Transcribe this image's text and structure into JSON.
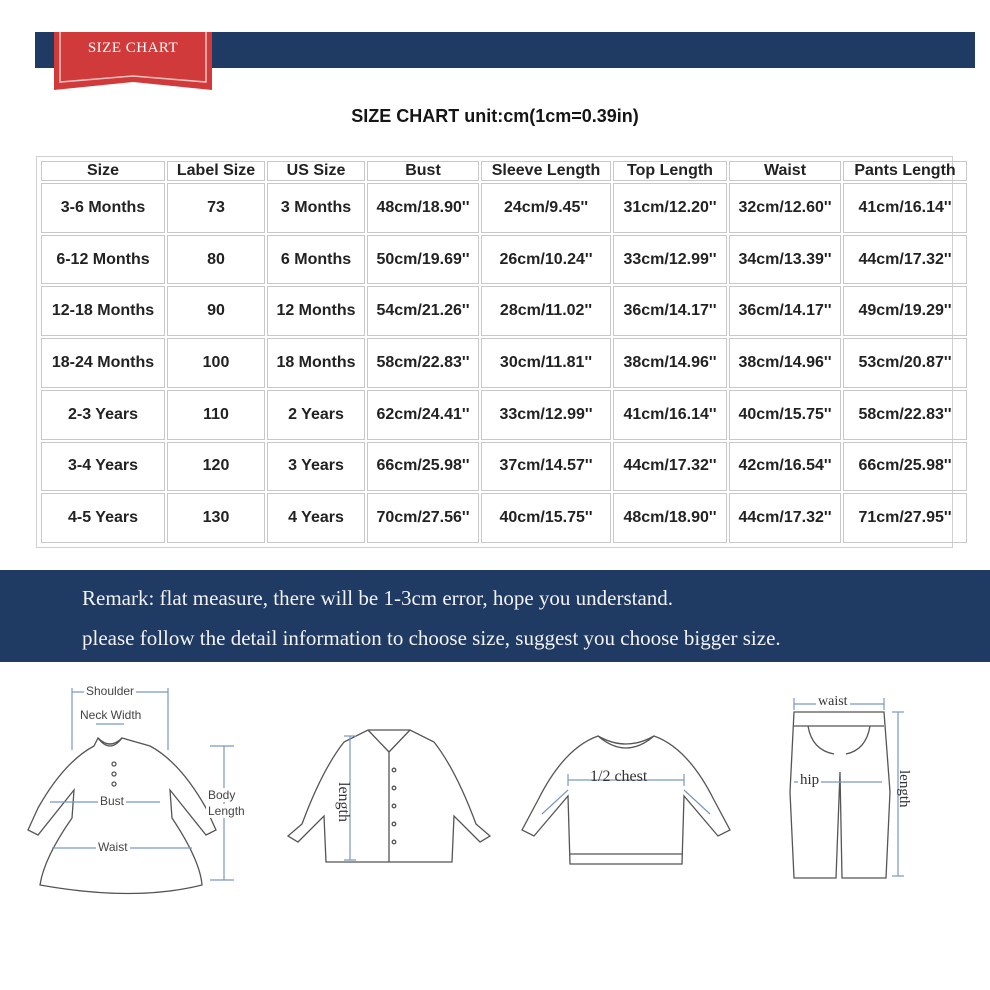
{
  "header": {
    "ribbon_label": "SIZE CHART"
  },
  "title": "SIZE CHART unit:cm(1cm=0.39in)",
  "table": {
    "columns": [
      "Size",
      "Label Size",
      "US Size",
      "Bust",
      "Sleeve Length",
      "Top Length",
      "Waist",
      "Pants Length"
    ],
    "rows": [
      [
        "3-6 Months",
        "73",
        "3 Months",
        "48cm/18.90''",
        "24cm/9.45''",
        "31cm/12.20''",
        "32cm/12.60''",
        "41cm/16.14''"
      ],
      [
        "6-12 Months",
        "80",
        "6 Months",
        "50cm/19.69''",
        "26cm/10.24''",
        "33cm/12.99''",
        "34cm/13.39''",
        "44cm/17.32''"
      ],
      [
        "12-18 Months",
        "90",
        "12 Months",
        "54cm/21.26''",
        "28cm/11.02''",
        "36cm/14.17''",
        "36cm/14.17''",
        "49cm/19.29''"
      ],
      [
        "18-24 Months",
        "100",
        "18 Months",
        "58cm/22.83''",
        "30cm/11.81''",
        "38cm/14.96''",
        "38cm/14.96''",
        "53cm/20.87''"
      ],
      [
        "2-3 Years",
        "110",
        "2 Years",
        "62cm/24.41''",
        "33cm/12.99''",
        "41cm/16.14''",
        "40cm/15.75''",
        "58cm/22.83''"
      ],
      [
        "3-4 Years",
        "120",
        "3 Years",
        "66cm/25.98''",
        "37cm/14.57''",
        "44cm/17.32''",
        "42cm/16.54''",
        "66cm/25.98''"
      ],
      [
        "4-5 Years",
        "130",
        "4 Years",
        "70cm/27.56''",
        "40cm/15.75''",
        "48cm/18.90''",
        "44cm/17.32''",
        "71cm/27.95''"
      ]
    ]
  },
  "remark": {
    "line1": "Remark: flat measure, there will be 1-3cm error, hope you understand.",
    "line2": "please follow the detail information to choose size, suggest you choose bigger size."
  },
  "diagrams": {
    "dress": {
      "shoulder": "Shoulder",
      "neck_width": "Neck Width",
      "bust": "Bust",
      "waist": "Waist",
      "body_length_1": "Body",
      "body_length_2": "Length"
    },
    "shirt": {
      "length": "length"
    },
    "sweater": {
      "chest": "1/2 chest"
    },
    "pants": {
      "waist": "waist",
      "hip": "hip",
      "length": "length"
    }
  },
  "colors": {
    "navy": "#1f3a63",
    "ribbon_red": "#d13a3a",
    "measure_blue": "#7a97c2"
  }
}
